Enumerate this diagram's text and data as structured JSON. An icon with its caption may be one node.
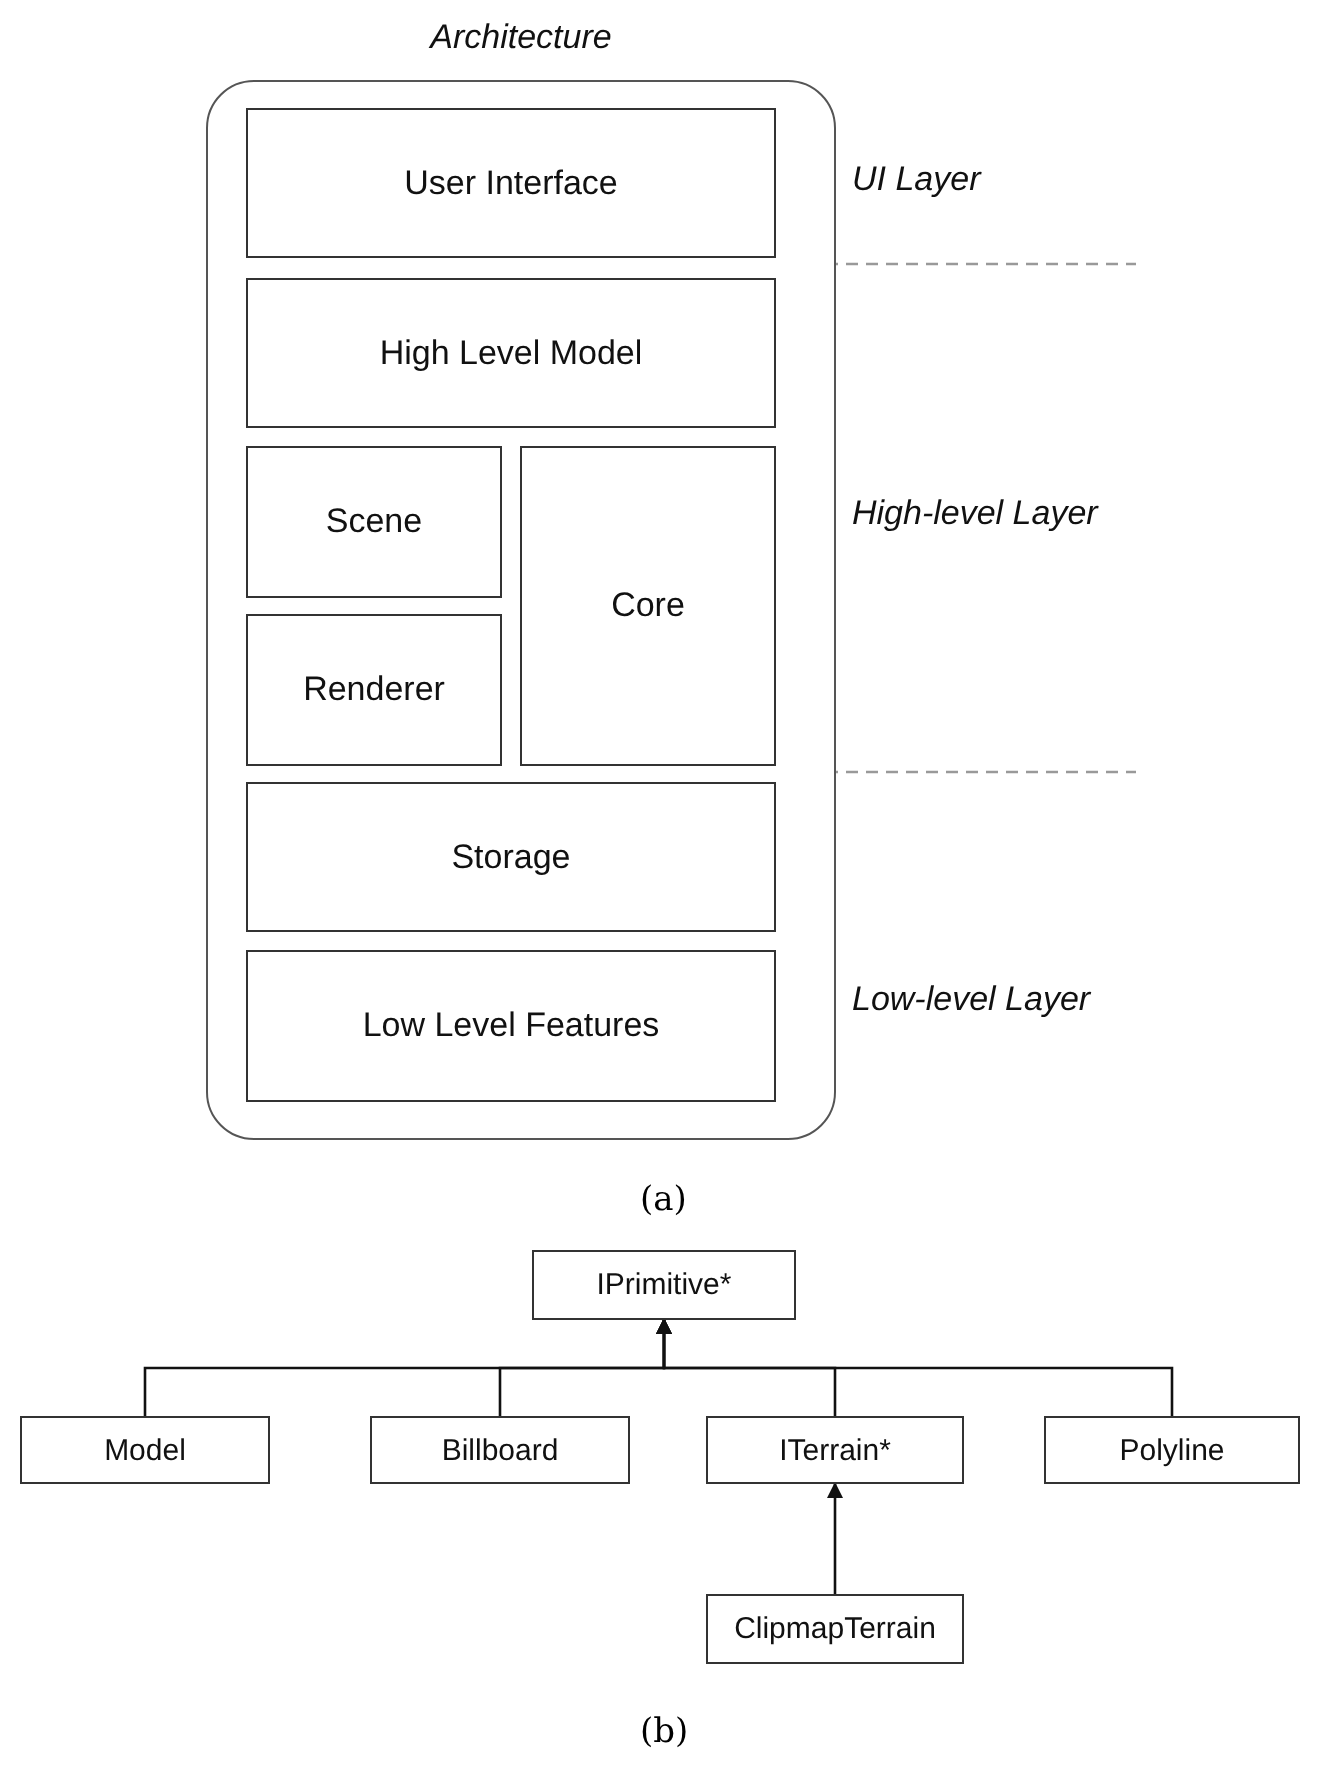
{
  "diagram": {
    "nodes": [
      {
        "text": [
          "Architecture"
        ]
      },
      {
        "text": [
          "User Interface"
        ],
        "in": 0
      },
      {
        "text": [
          "High Level Model"
        ],
        "in": 0
      },
      {
        "text": [
          "Scene"
        ],
        "in": 0
      },
      {
        "text": [
          "Renderer"
        ],
        "in": 0
      },
      {
        "text": [
          "Core"
        ],
        "in": 0
      },
      {
        "text": [
          "Storage"
        ],
        "in": 0
      },
      {
        "text": [
          "Low Level Features"
        ],
        "in": 0
      },
      {
        "text": [
          "IPrimitive*"
        ]
      },
      {
        "text": [
          "Model"
        ]
      },
      {
        "text": [
          "Billboard"
        ]
      },
      {
        "text": [
          "ITerrain*"
        ]
      },
      {
        "text": [
          "Polyline"
        ]
      },
      {
        "text": [
          "ClipmapTerrain"
        ]
      }
    ],
    "edges": [
      {
        "from": 9,
        "to": 8,
        "arrow": "to"
      },
      {
        "from": 10,
        "to": 8,
        "arrow": "to"
      },
      {
        "from": 11,
        "to": 8,
        "arrow": "to"
      },
      {
        "from": 12,
        "to": 8,
        "arrow": "to"
      },
      {
        "from": 13,
        "to": 11,
        "arrow": "to"
      }
    ],
    "labels": [
      "UI Layer",
      "High-level Layer",
      "Low-level Layer",
      "(a)",
      "(b)"
    ]
  }
}
